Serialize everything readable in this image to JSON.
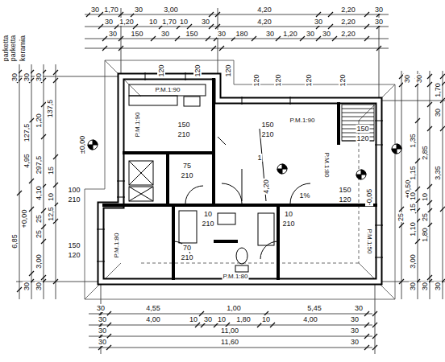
{
  "diagram": {
    "labels": [
      "30",
      "1,70",
      "30",
      "3,00",
      "4,20",
      "2,20",
      "30",
      "30",
      "1,20",
      "10",
      "1,70",
      "10",
      "30",
      "4,20",
      "30",
      "2,20",
      "30",
      "30",
      "150",
      "30",
      "150",
      "30",
      "180",
      "30",
      "1,20",
      "30",
      "30",
      "2,20",
      "120",
      "120",
      "120",
      "120",
      "120",
      "120",
      "120",
      "parketta",
      "parketta",
      "keramia",
      "+0,00",
      "30",
      "30",
      "30",
      "137,5",
      "1,20",
      "127,5",
      "4,95",
      "297,5",
      "4,10",
      "6,85",
      "10",
      "15",
      "12,5",
      "25",
      "25",
      "3,00",
      "30",
      "30",
      "±0,00",
      "100",
      "210",
      "150",
      "120",
      "P.M.1:90",
      "P.M.1:90",
      "P.M.1:90",
      "150",
      "210",
      "150",
      "210",
      "75",
      "210",
      "1",
      "P.M.1:80",
      "150",
      "120",
      "+0,50",
      "-0,05",
      "150",
      "120",
      "1%",
      "4,20",
      "P.M.1:80",
      "P.M.1:50",
      "P.M.1:80",
      "10",
      "210",
      "10",
      "210",
      "70",
      "210",
      "30",
      "30",
      "1,70",
      "30",
      "1,35",
      "2,85",
      "3,35",
      "1,15",
      "10",
      "15",
      "10",
      "25",
      "1,10",
      "25",
      "1,80",
      "3,00",
      "30",
      "30",
      "30",
      "30",
      "4,55",
      "1,00",
      "5,45",
      "30",
      "30",
      "4,00",
      "10",
      "30",
      "10",
      "1,80",
      "10",
      "4,00",
      "30",
      "30",
      "11,00",
      "30",
      "30",
      "11,60",
      "30"
    ]
  }
}
